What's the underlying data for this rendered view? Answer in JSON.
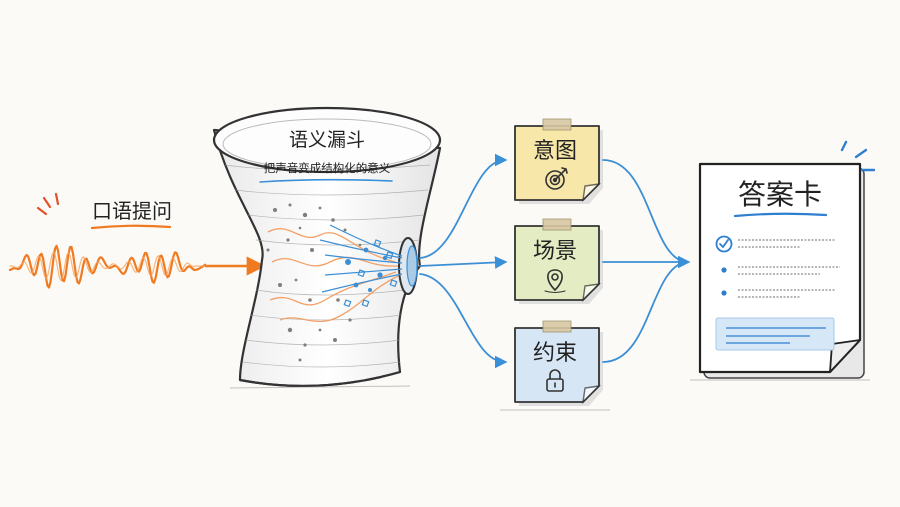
{
  "input": {
    "label": "口语提问"
  },
  "funnel": {
    "title": "语义漏斗",
    "subtitle": "把声音变成结构化的意义"
  },
  "notes": [
    {
      "label": "意图",
      "icon": "target-icon",
      "color": "#f7e7a8"
    },
    {
      "label": "场景",
      "icon": "location-pin-icon",
      "color": "#e3ecc2"
    },
    {
      "label": "约束",
      "icon": "lock-icon",
      "color": "#d7e6f4"
    }
  ],
  "answer_card": {
    "title": "答案卡"
  },
  "colors": {
    "wave": "#f07a20",
    "flow": "#3a8fd6",
    "accent_blue": "#2f7fd0",
    "ink": "#222222"
  }
}
